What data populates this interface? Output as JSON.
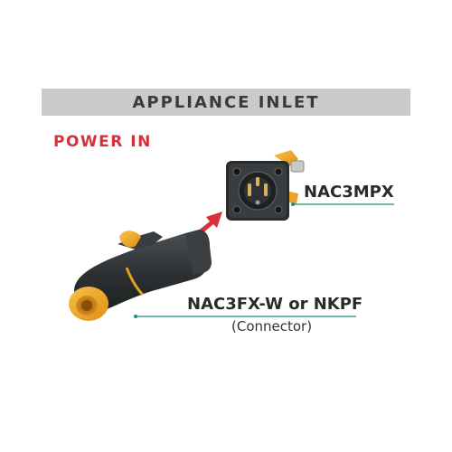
{
  "banner": {
    "title": "APPLIANCE INLET"
  },
  "section": {
    "title": "POWER IN"
  },
  "products": {
    "inlet": {
      "model": "NAC3MPX"
    },
    "connector": {
      "model": "NAC3FX-W or NKPF",
      "caption": "(Connector)"
    }
  },
  "colors": {
    "accent_red": "#d6313a",
    "leader_teal": "#1e8a80",
    "body_dark": "#2e3133",
    "latch_yellow": "#f2a623",
    "banner_gray": "#c9cacc"
  },
  "icons": {
    "arrow": "arrow-up-right-icon"
  }
}
